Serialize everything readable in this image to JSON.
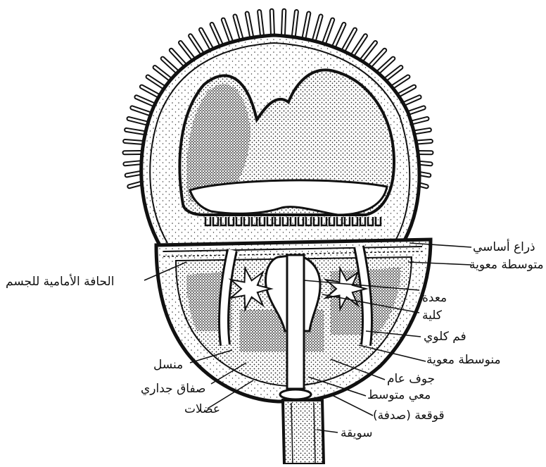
{
  "diagram": {
    "labels": {
      "basal_arm": "ذراع أساسي",
      "mesentery_top": "متوسطة معوية",
      "anterior_edge": "الحافة الأمامية للجسم",
      "stomach": "معدة",
      "kidney": "كلية",
      "nephridiopore": "فم كلوي",
      "mesentery_bottom": "منوسطة معوية",
      "gonad": "منسل",
      "coelom": "جوف عام",
      "parietal_peritoneum": "صفاق جداري",
      "midgut": "معي متوسط",
      "muscles": "عضلات",
      "shell": "قوقعة (صدفة)",
      "pedicle": "سويقة"
    }
  }
}
